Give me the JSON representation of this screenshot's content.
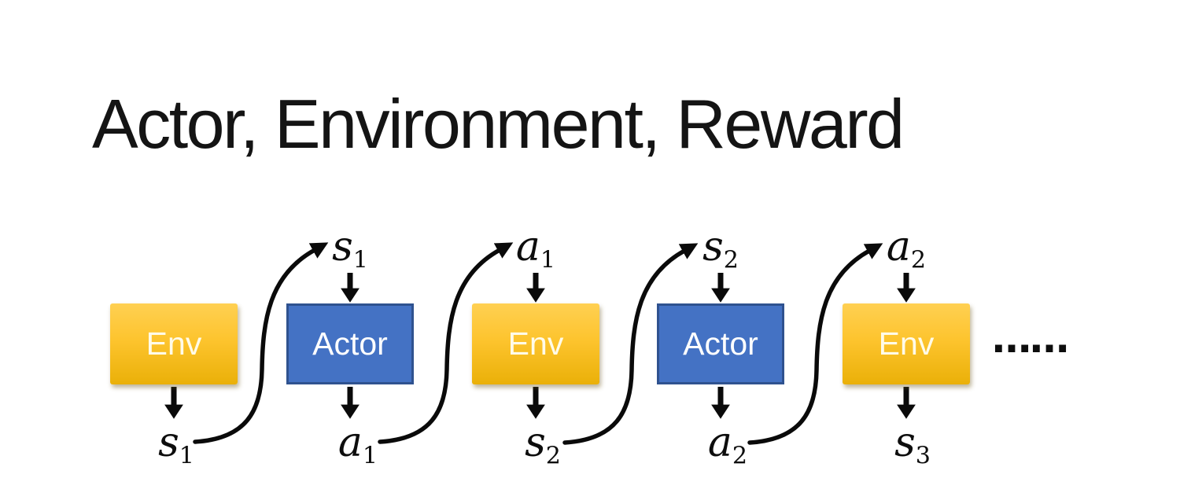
{
  "title": "Actor, Environment, Reward",
  "colors": {
    "env_fill_top": "#FFD052",
    "env_fill_bottom": "#EAB008",
    "actor_fill": "#4472C4",
    "actor_border": "#2F528F",
    "arrow": "#0A0A0A",
    "text_on_boxes": "#FFFFFF",
    "title_text": "#141414"
  },
  "boxes": [
    {
      "label": "Env",
      "type": "environment"
    },
    {
      "label": "Actor",
      "type": "actor"
    },
    {
      "label": "Env",
      "type": "environment"
    },
    {
      "label": "Actor",
      "type": "actor"
    },
    {
      "label": "Env",
      "type": "environment"
    }
  ],
  "top_labels": [
    {
      "base": "s",
      "sub": "1"
    },
    {
      "base": "a",
      "sub": "1"
    },
    {
      "base": "s",
      "sub": "2"
    },
    {
      "base": "a",
      "sub": "2"
    }
  ],
  "bottom_labels": [
    {
      "base": "s",
      "sub": "1"
    },
    {
      "base": "a",
      "sub": "1"
    },
    {
      "base": "s",
      "sub": "2"
    },
    {
      "base": "a",
      "sub": "2"
    },
    {
      "base": "s",
      "sub": "3"
    }
  ],
  "ellipsis": "……"
}
